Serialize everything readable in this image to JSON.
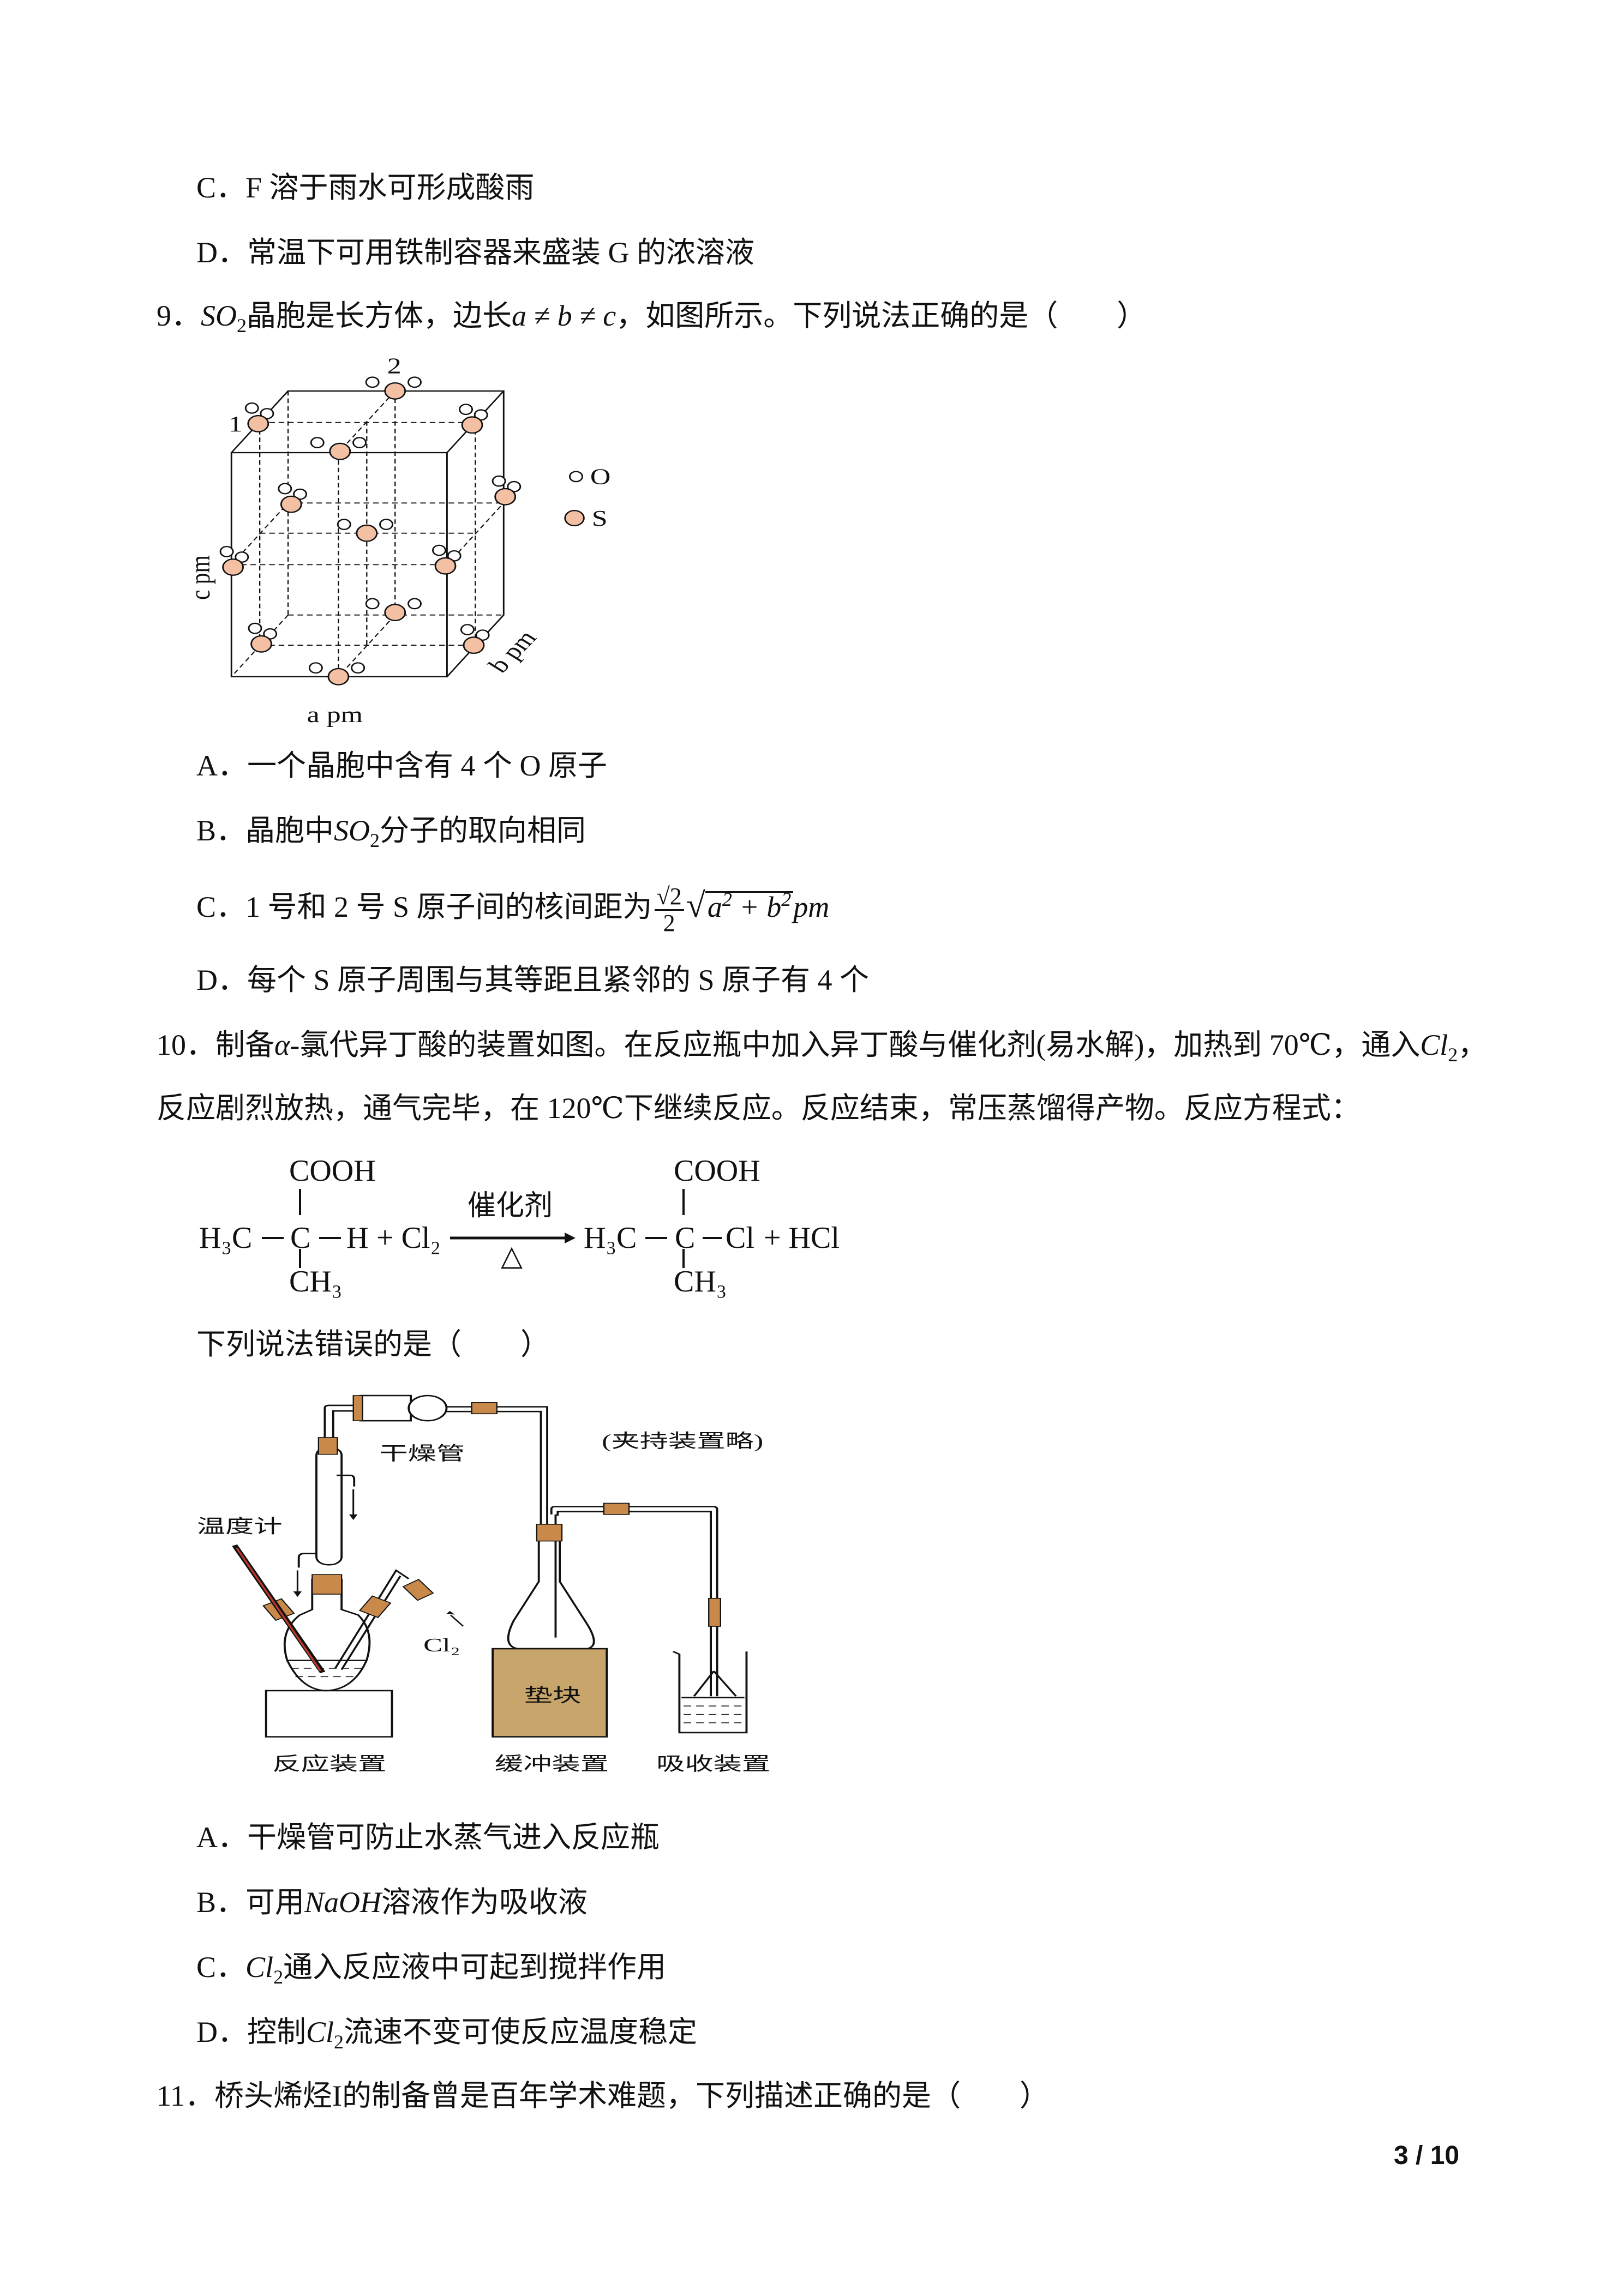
{
  "q8": {
    "optC": "C．F 溶于雨水可形成酸雨",
    "optD": "D．常温下可用铁制容器来盛装 G 的浓溶液"
  },
  "q9": {
    "num": "9．",
    "stem_formula": "SO",
    "stem_sub": "2",
    "stem_text1": "晶胞是长方体，边长",
    "stem_math": "a ≠ b ≠ c",
    "stem_text2": "，如图所示。下列说法正确的是（　　）",
    "figure": {
      "label1": "1",
      "label2": "2",
      "legend_o": "O",
      "legend_s": "S",
      "axis_a": "a pm",
      "axis_b": "b pm",
      "axis_c": "c pm"
    },
    "optA": "A．一个晶胞中含有 4 个 O 原子",
    "optB_pre": "B．晶胞中",
    "optB_formula": "SO",
    "optB_sub": "2",
    "optB_post": "分子的取向相同",
    "optC_pre": "C．1 号和 2 号 S 原子间的核间距为",
    "optC_num": "√2",
    "optC_den": "2",
    "optC_radicand": "a",
    "optC_plus": " + b",
    "optC_exp": "2",
    "optC_unit": "pm",
    "optD": "D．每个 S 原子周围与其等距且紧邻的 S 原子有 4 个"
  },
  "q10": {
    "num": "10．",
    "line1_a": "制备",
    "line1_alpha": "α",
    "line1_b": "-氯代异丁酸的装置如图。在反应瓶中加入异丁酸与催化剂(易水解)，加热到 70℃，通入",
    "line1_cl": "Cl",
    "line1_sub": "2",
    "line1_end": "，",
    "line2": "反应剧烈放热，通气完毕，在 120℃下继续反应。反应结束，常压蒸馏得产物。反应方程式：",
    "equation": {
      "cooh": "COOH",
      "h3c": "H₃C",
      "c": "C",
      "h": "H",
      "plus_cl2": "+ Cl₂",
      "catalyst": "催化剂",
      "heat": "△",
      "cl": "Cl",
      "plus_hcl": "+ HCl",
      "ch3": "CH₃"
    },
    "question": "下列说法错误的是（　　）",
    "figure": {
      "drying_tube": "干燥管",
      "clamp_note": "(夹持装置略)",
      "thermometer": "温度计",
      "cl2": "Cl₂",
      "block": "垫块",
      "reaction": "反应装置",
      "buffer": "缓冲装置",
      "absorb": "吸收装置"
    },
    "optA": "A．干燥管可防止水蒸气进入反应瓶",
    "optB_pre": "B．可用",
    "optB_formula": "NaOH",
    "optB_post": "溶液作为吸收液",
    "optC_pre": "C．",
    "optC_formula": "Cl",
    "optC_sub": "2",
    "optC_post": "通入反应液中可起到搅拌作用",
    "optD_pre": "D．控制",
    "optD_formula": "Cl",
    "optD_sub": "2",
    "optD_post": "流速不变可使反应温度稳定"
  },
  "q11": {
    "num": "11．",
    "text": "桥头烯烃I的制备曾是百年学术难题，下列描述正确的是（　　）"
  },
  "page": {
    "current": "3",
    "sep": " / ",
    "total": "10"
  },
  "colors": {
    "s_atom": "#f4c0a4",
    "rubber": "#c8894a",
    "block": "#c8a56a"
  }
}
